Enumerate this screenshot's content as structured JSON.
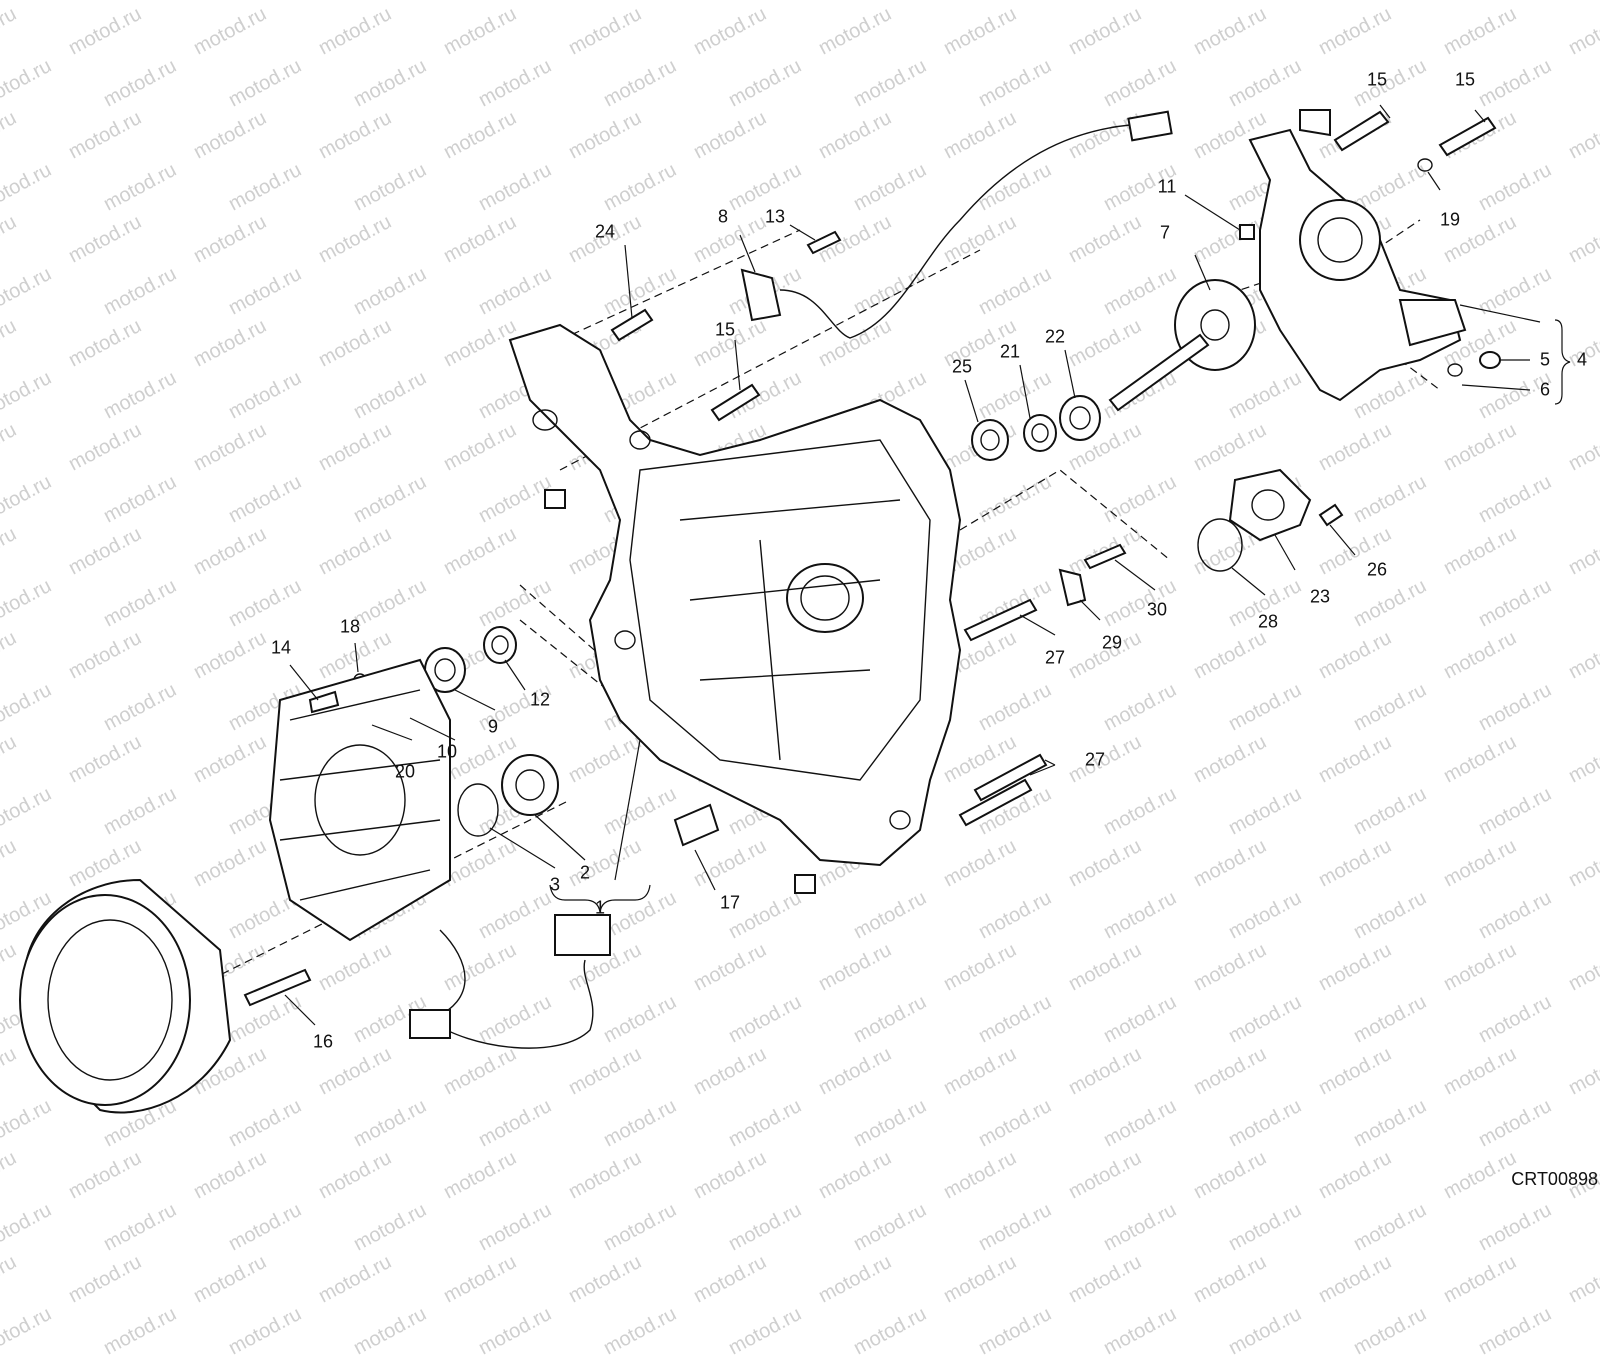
{
  "watermark": {
    "text": "motod.ru"
  },
  "diagram_code": "CRT00898",
  "callouts": [
    {
      "id": "c1",
      "text": "1"
    },
    {
      "id": "c2",
      "text": "2"
    },
    {
      "id": "c3",
      "text": "3"
    },
    {
      "id": "c4",
      "text": "4"
    },
    {
      "id": "c5",
      "text": "5"
    },
    {
      "id": "c6",
      "text": "6"
    },
    {
      "id": "c7",
      "text": "7"
    },
    {
      "id": "c8",
      "text": "8"
    },
    {
      "id": "c9",
      "text": "9"
    },
    {
      "id": "c10",
      "text": "10"
    },
    {
      "id": "c11",
      "text": "11"
    },
    {
      "id": "c12",
      "text": "12"
    },
    {
      "id": "c13",
      "text": "13"
    },
    {
      "id": "c14",
      "text": "14"
    },
    {
      "id": "c15a",
      "text": "15"
    },
    {
      "id": "c15b",
      "text": "15"
    },
    {
      "id": "c15c",
      "text": "15"
    },
    {
      "id": "c16",
      "text": "16"
    },
    {
      "id": "c17",
      "text": "17"
    },
    {
      "id": "c18",
      "text": "18"
    },
    {
      "id": "c19",
      "text": "19"
    },
    {
      "id": "c20",
      "text": "20"
    },
    {
      "id": "c21",
      "text": "21"
    },
    {
      "id": "c22",
      "text": "22"
    },
    {
      "id": "c23",
      "text": "23"
    },
    {
      "id": "c24",
      "text": "24"
    },
    {
      "id": "c25",
      "text": "25"
    },
    {
      "id": "c26",
      "text": "26"
    },
    {
      "id": "c27a",
      "text": "27"
    },
    {
      "id": "c27b",
      "text": "27"
    },
    {
      "id": "c28",
      "text": "28"
    },
    {
      "id": "c29",
      "text": "29"
    },
    {
      "id": "c30",
      "text": "30"
    }
  ]
}
